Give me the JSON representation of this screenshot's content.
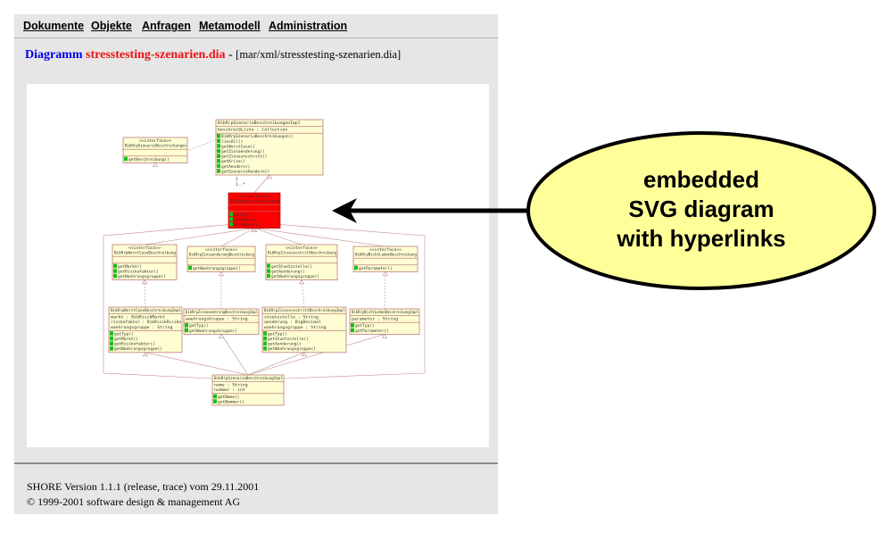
{
  "menu": {
    "items": [
      "Dokumente",
      "Objekte",
      "Anfragen",
      "Metamodell",
      "Administration"
    ]
  },
  "title": {
    "kind": "Diagramm",
    "name": "stresstesting-szenarien.dia",
    "separator": "-",
    "path": "[mar/xml/stresstesting-szenarien.dia]"
  },
  "diagram": {
    "multiplicity_top": "1",
    "multiplicity_bottom": "1..*",
    "classes": [
      {
        "stereotype": "",
        "name": "BibRrpSzenarioBeschreibungenImpl",
        "attributes": [
          "beschreibListe : Collection"
        ],
        "methods": [
          "BibRrpSzenarioBeschreibungen()",
          "liesAll()",
          "getWorstCase()",
          "getZinsaenderung()",
          "getZinsesnschritt()",
          "getKrise()",
          "getAendere()",
          "getSzenarioAendern()"
        ]
      },
      {
        "stereotype": "<<interface>>",
        "name": "BibRrpSzenarioBeschreibungen",
        "attributes": [],
        "methods": [
          "getBeschreibung()"
        ]
      },
      {
        "stereotype": "<<interface>>",
        "name": "BibRrpSzenarioBeschreibung",
        "attributes": [],
        "methods": [
          "getTyp()",
          "getName()",
          "getNummer()"
        ]
      },
      {
        "stereotype": "<<interface>>",
        "name": "BibRrpWorstCaseBeschreibung",
        "attributes": [],
        "methods": [
          "getMarkt()",
          "getRisikofaktor()",
          "getWaehrungsgruppe()"
        ]
      },
      {
        "stereotype": "<<interface>>",
        "name": "BibRrpZinsaenderungBeschreibung",
        "attributes": [],
        "methods": [
          "getWaehrungsgruppe()"
        ]
      },
      {
        "stereotype": "<<interface>>",
        "name": "BibRrpZinsesnschrittBeschreibung",
        "attributes": [],
        "methods": [
          "getStuetzstelle()",
          "getAenderung()",
          "getWaehrungsgruppe()"
        ]
      },
      {
        "stereotype": "<<interface>>",
        "name": "BibRrpNichtLadenBeschreibung",
        "attributes": [],
        "methods": [
          "getParameter()"
        ]
      },
      {
        "stereotype": "",
        "name": "BibRrpWorstCaseBeschreibungImpl",
        "attributes": [
          "markt : BibRisikMarkt",
          "risikofaktor : BibRisikRisiko",
          "waehrungsgruppe : String"
        ],
        "methods": [
          "getTyp()",
          "getMarkt()",
          "getRisikofaktor()",
          "getWaehrungsgruppe()"
        ]
      },
      {
        "stereotype": "",
        "name": "BibRrpZinsaenderungBeschreibungImpl",
        "attributes": [
          "waehrungsGruppe : String"
        ],
        "methods": [
          "getTyp()",
          "getWaehrungsGruppe()"
        ]
      },
      {
        "stereotype": "",
        "name": "BibRrpZinsesnschrittBeschreibungImpl",
        "attributes": [
          "stuetzstelle : String",
          "aenderung : BigDecimal",
          "waehrungsgruppe : String"
        ],
        "methods": [
          "getTyp()",
          "getStuetzstelle()",
          "getAenderung()",
          "getWaehrungsgruppe()"
        ]
      },
      {
        "stereotype": "",
        "name": "BibRrpNichtLadenBeschreibungImpl",
        "attributes": [
          "parameter : String"
        ],
        "methods": [
          "getTyp()",
          "getParameter()"
        ]
      },
      {
        "stereotype": "",
        "name": "BibRrpSzenarioBeschreibungImpl",
        "attributes": [
          "name : String",
          "nummer : int"
        ],
        "methods": [
          "getName()",
          "getNummer()"
        ]
      }
    ]
  },
  "footer": {
    "version": "SHORE Version 1.1.1 (release, trace) vom 29.11.2001",
    "copyright": "© 1999-2001 software design & management AG"
  },
  "callout": {
    "lines": [
      "embedded",
      "SVG diagram",
      "with hyperlinks"
    ],
    "fill": "#ffff99",
    "arrow_color": "#000000"
  },
  "colors": {
    "page_bg": "#e6e6e6",
    "title_kind": "#0000ee",
    "title_name": "#ee1111",
    "highlight_class": "#ff0000",
    "class_fill": "#fffdd2",
    "method_marker": "#18c018"
  }
}
